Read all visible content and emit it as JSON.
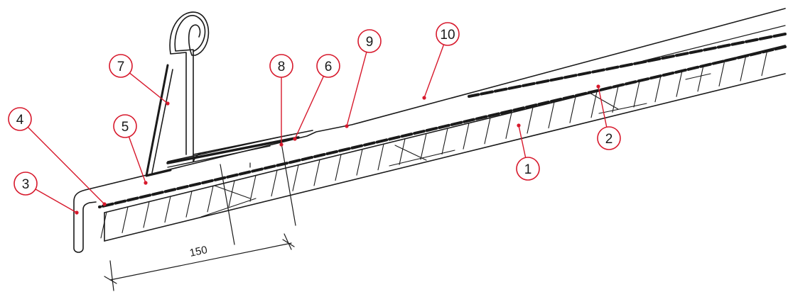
{
  "callouts": [
    {
      "id": "1",
      "label": "1"
    },
    {
      "id": "2",
      "label": "2"
    },
    {
      "id": "3",
      "label": "3"
    },
    {
      "id": "4",
      "label": "4"
    },
    {
      "id": "5",
      "label": "5"
    },
    {
      "id": "6",
      "label": "6"
    },
    {
      "id": "7",
      "label": "7"
    },
    {
      "id": "8",
      "label": "8"
    },
    {
      "id": "9",
      "label": "9"
    },
    {
      "id": "10",
      "label": "10"
    }
  ],
  "dimension": {
    "label": "150"
  },
  "colors": {
    "line": "#1a1a1a",
    "callout": "#d7192c",
    "membrane": "#1a1a1a",
    "background": "#ffffff"
  }
}
